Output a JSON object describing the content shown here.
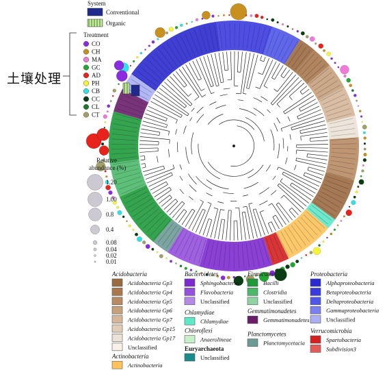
{
  "side_label": "土壤处理",
  "system": {
    "title": "System",
    "items": [
      {
        "label": "Conventional",
        "color": "#1f2a8c",
        "pattern": "solid"
      },
      {
        "label": "Organic",
        "color": "#9bd36a",
        "pattern": "hatch"
      }
    ]
  },
  "treatment": {
    "title": "Treatment",
    "items": [
      {
        "label": "CO",
        "color": "#8b2be2"
      },
      {
        "label": "CH",
        "color": "#c8901e"
      },
      {
        "label": "MA",
        "color": "#f07ad8"
      },
      {
        "label": "GC",
        "color": "#21a832"
      },
      {
        "label": "AD",
        "color": "#e8221c"
      },
      {
        "label": "PH",
        "color": "#f5f23a"
      },
      {
        "label": "CB",
        "color": "#34e0e8"
      },
      {
        "label": "CC",
        "color": "#0a3d12"
      },
      {
        "label": "CL",
        "color": "#1e7a2a"
      },
      {
        "label": "CT",
        "color": "#a0a06a"
      }
    ]
  },
  "abundance": {
    "title_line1": "Relative",
    "title_line2": "abundance (%)",
    "items": [
      {
        "label": "1.20",
        "value": 1.2
      },
      {
        "label": "1.00",
        "value": 1.0
      },
      {
        "label": "0.8",
        "value": 0.8
      },
      {
        "label": "0.4",
        "value": 0.4
      },
      {
        "label": "0.08",
        "value": 0.08
      },
      {
        "label": "0.04",
        "value": 0.04
      },
      {
        "label": "0.02",
        "value": 0.02
      },
      {
        "label": "0.01",
        "value": 0.01
      }
    ]
  },
  "phylum_legend": [
    {
      "phylum": "Acidobacteria",
      "bold": false,
      "classes": [
        {
          "label": "Acidobacteria Gp3",
          "color": "#9a6a40",
          "italic": true
        },
        {
          "label": "Acidobacteria Gp4",
          "color": "#a9794d",
          "italic": true
        },
        {
          "label": "Acidobacteria Gp5",
          "color": "#b88b62",
          "italic": true
        },
        {
          "label": "Acidobacteria Gp6",
          "color": "#c7a07c",
          "italic": true
        },
        {
          "label": "Acidobacteria Gp7",
          "color": "#d6b79a",
          "italic": true
        },
        {
          "label": "Acidobacteria Gp15",
          "color": "#e2cdb8",
          "italic": true
        },
        {
          "label": "Acidobacteria Gp17",
          "color": "#ede2d6",
          "italic": true
        },
        {
          "label": "Unclassified",
          "color": "#f7f1ea",
          "italic": false
        }
      ]
    },
    {
      "phylum": "Actinobacteria",
      "bold": false,
      "classes": [
        {
          "label": "Actinobacteria",
          "color": "#fdc25a",
          "italic": true
        }
      ]
    },
    {
      "phylum": "Bacteroidetes",
      "bold": false,
      "classes": [
        {
          "label": "Sphingobacteria",
          "color": "#7d2bd0",
          "italic": true
        },
        {
          "label": "Flavobacteria",
          "color": "#9650de",
          "italic": true
        },
        {
          "label": "Unclassified",
          "color": "#b489e8",
          "italic": false
        }
      ]
    },
    {
      "phylum": "Chlamydiae",
      "bold": false,
      "classes": [
        {
          "label": "Chlamydiae",
          "color": "#5de8c8",
          "italic": true
        }
      ]
    },
    {
      "phylum": "Chloroflexi",
      "bold": false,
      "classes": [
        {
          "label": "Anaerolineae",
          "color": "#c8f0c8",
          "italic": true
        }
      ]
    },
    {
      "phylum": "Euryarchaeota",
      "bold": true,
      "classes": [
        {
          "label": "Unclassified",
          "color": "#1a8a8a",
          "italic": false
        }
      ]
    },
    {
      "phylum": "Firmicutes",
      "bold": false,
      "classes": [
        {
          "label": "Bacilli",
          "color": "#1f9a3a",
          "italic": true
        },
        {
          "label": "Clostridia",
          "color": "#4cb86a",
          "italic": true
        },
        {
          "label": "Unclassified",
          "color": "#8fd4a0",
          "italic": false
        }
      ]
    },
    {
      "phylum": "Gemmatimonadetes",
      "bold": false,
      "classes": [
        {
          "label": "Gemmatimonadetes",
          "color": "#6a1e6a",
          "italic": true
        }
      ]
    },
    {
      "phylum": "Planctomycetes",
      "bold": false,
      "classes": [
        {
          "label": "Planctomycetacia",
          "color": "#6e9a96",
          "italic": true
        }
      ]
    },
    {
      "phylum": "Proteobacteria",
      "bold": false,
      "classes": [
        {
          "label": "Alphaproteobacteria",
          "color": "#2a2ad0",
          "italic": true
        },
        {
          "label": "Betaproteobacteria",
          "color": "#3a3ae0",
          "italic": true
        },
        {
          "label": "Deltaproteobacteria",
          "color": "#4f56e8",
          "italic": true
        },
        {
          "label": "Gammaproteobacteria",
          "color": "#7a80ee",
          "italic": true
        },
        {
          "label": "Unclassified",
          "color": "#aab0f4",
          "italic": false
        }
      ]
    },
    {
      "phylum": "Verrucomicrobia",
      "bold": false,
      "classes": [
        {
          "label": "Spartobacteria",
          "color": "#d42020",
          "italic": true
        },
        {
          "label": "Subdivision3",
          "color": "#e25a5a",
          "italic": true
        }
      ]
    }
  ]
}
